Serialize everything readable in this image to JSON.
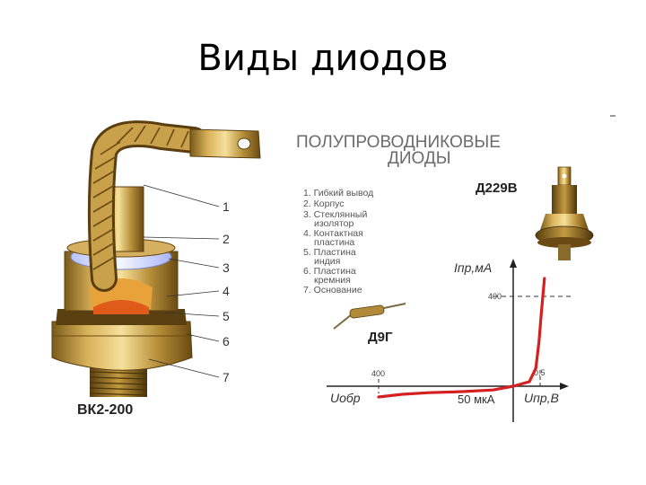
{
  "slide": {
    "title": "Виды диодов"
  },
  "left_figure": {
    "model": "ВК2-200",
    "callouts": [
      "1",
      "2",
      "3",
      "4",
      "5",
      "6",
      "7"
    ]
  },
  "right_figure": {
    "title_line1": "ПОЛУПРОВОДНИКОВЫЕ",
    "title_line2": "ДИОДЫ",
    "legend": [
      "1. Гибкий вывод",
      "2. Корпус",
      "3. Стеклянный",
      "изолятор",
      "4. Контактная",
      "пластина",
      "5. Пластина",
      "индия",
      "6. Пластина",
      "кремния",
      "7. Основание"
    ],
    "model_top": "Д229В",
    "model_small": "Д9Г"
  },
  "chart_data": {
    "type": "line",
    "title": "",
    "xlabel_forward": "Uпр,В",
    "xlabel_reverse": "Uобр",
    "ylabel": "Iпр,мА",
    "reverse_current_label": "50 мкА",
    "ticks": {
      "y_forward": "400",
      "x_reverse": "400",
      "x_forward": "0,5"
    },
    "series": [
      {
        "color": "#d42020",
        "points": [
          [
            -400,
            -40
          ],
          [
            -330,
            -30
          ],
          [
            -250,
            -24
          ],
          [
            -150,
            -20
          ],
          [
            -60,
            -14
          ],
          [
            0,
            0
          ],
          [
            0.3,
            20
          ],
          [
            0.42,
            80
          ],
          [
            0.48,
            200
          ],
          [
            0.52,
            320
          ],
          [
            0.55,
            400
          ],
          [
            0.58,
            480
          ]
        ]
      }
    ]
  }
}
